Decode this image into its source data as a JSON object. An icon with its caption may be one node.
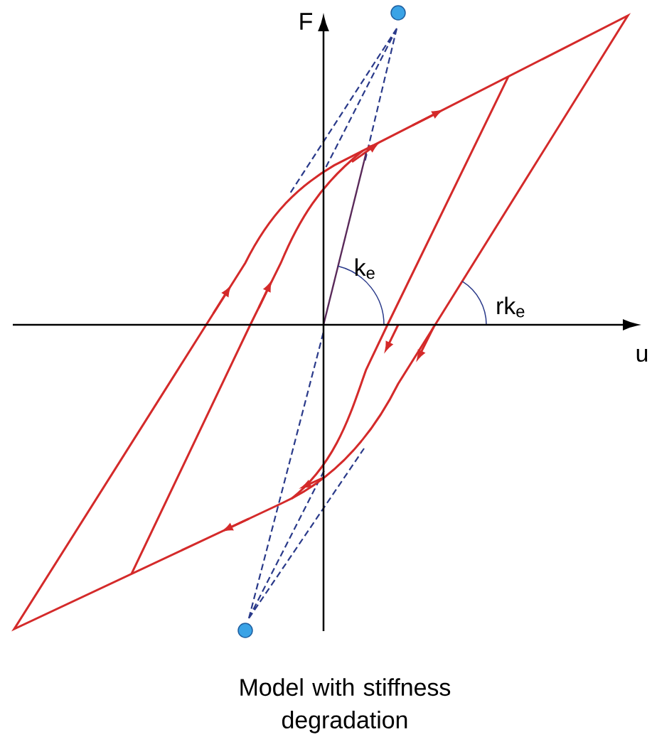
{
  "diagram": {
    "caption": "Model with stiffness degradation",
    "labels": [
      "F",
      "u",
      "k$_{e}$",
      "rk$_{e}$"
    ]
  }
}
